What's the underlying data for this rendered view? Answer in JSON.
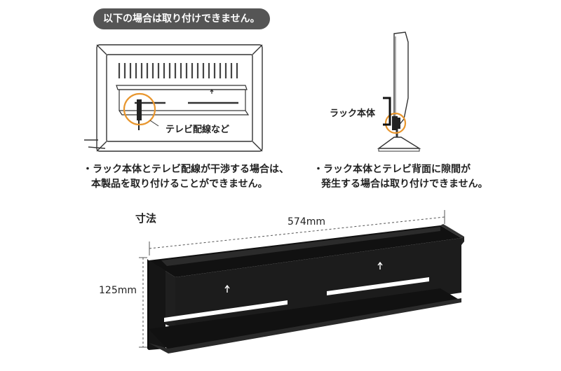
{
  "banner": "以下の場合は取り付けできません。",
  "left_panel": {
    "callout": "テレビ配線など",
    "note_line1": "・ラック本体とテレビ配線が干渉する場合は、",
    "note_line2": "本製品を取り付けることができません。"
  },
  "right_panel": {
    "callout": "ラック本体",
    "note_line1": "・ラック本体とテレビ背面に隙間が",
    "note_line2": "発生する場合は取り付けできません。"
  },
  "dimensions": {
    "heading": "寸法",
    "width": "574mm",
    "height": "125mm"
  },
  "colors": {
    "accent": "#e8962e",
    "banner_bg": "#555555",
    "rack": "#1c1c1c",
    "line": "#333333"
  }
}
